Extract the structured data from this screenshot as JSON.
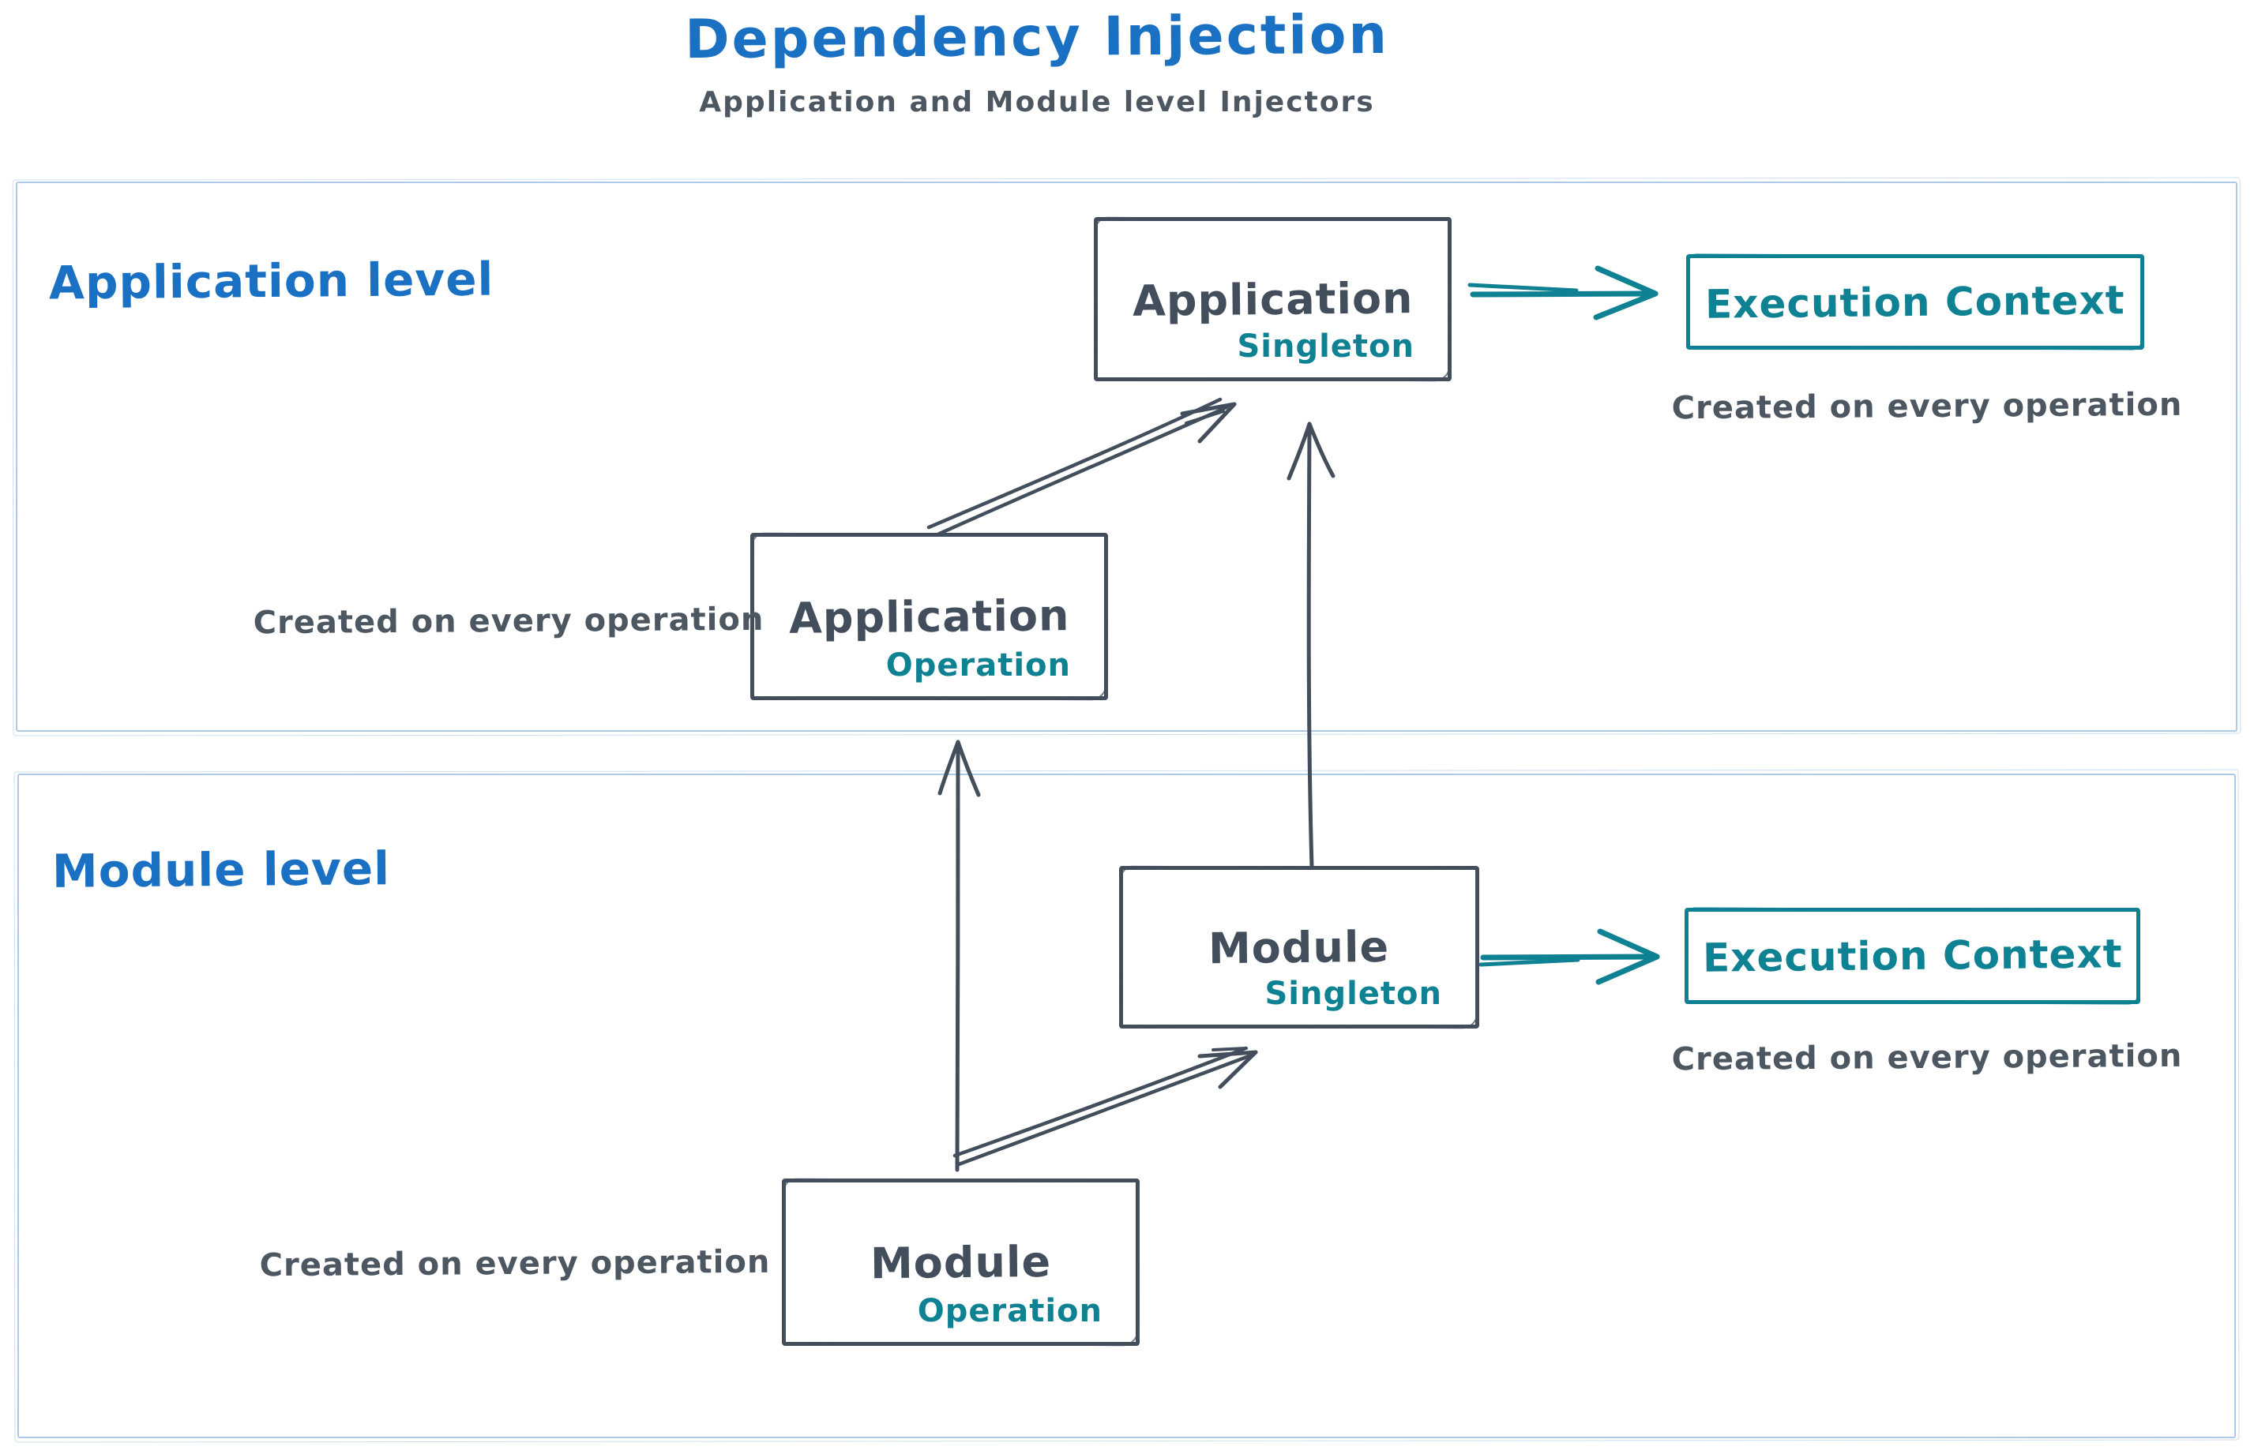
{
  "header": {
    "title": "Dependency Injection",
    "subtitle": "Application and Module level Injectors"
  },
  "sections": [
    {
      "label": "Application level"
    },
    {
      "label": "Module level"
    }
  ],
  "nodes": [
    {
      "title": "Application",
      "subtitle": "Singleton"
    },
    {
      "title": "Application",
      "subtitle": "Operation"
    },
    {
      "title": "Execution Context"
    },
    {
      "title": "Module",
      "subtitle": "Singleton"
    },
    {
      "title": "Module",
      "subtitle": "Operation"
    },
    {
      "title": "Execution Context"
    }
  ],
  "captions": [
    {
      "text": "Created on every operation"
    },
    {
      "text": "Created on every operation"
    },
    {
      "text": "Created on every operation"
    },
    {
      "text": "Created on every operation"
    }
  ],
  "arrows": [
    {
      "name": "application-operation-to-application-singleton"
    },
    {
      "name": "module-singleton-to-application-singleton"
    },
    {
      "name": "module-level-to-application-operation"
    },
    {
      "name": "module-operation-to-module-singleton"
    },
    {
      "name": "application-singleton-to-execution-context"
    },
    {
      "name": "module-singleton-to-execution-context"
    }
  ],
  "colors": {
    "accent_blue": "#1a70c2",
    "teal": "#0e8193",
    "ink": "#434e5c",
    "muted_ink": "#4d5761",
    "frame_blue": "#aec9e8"
  }
}
